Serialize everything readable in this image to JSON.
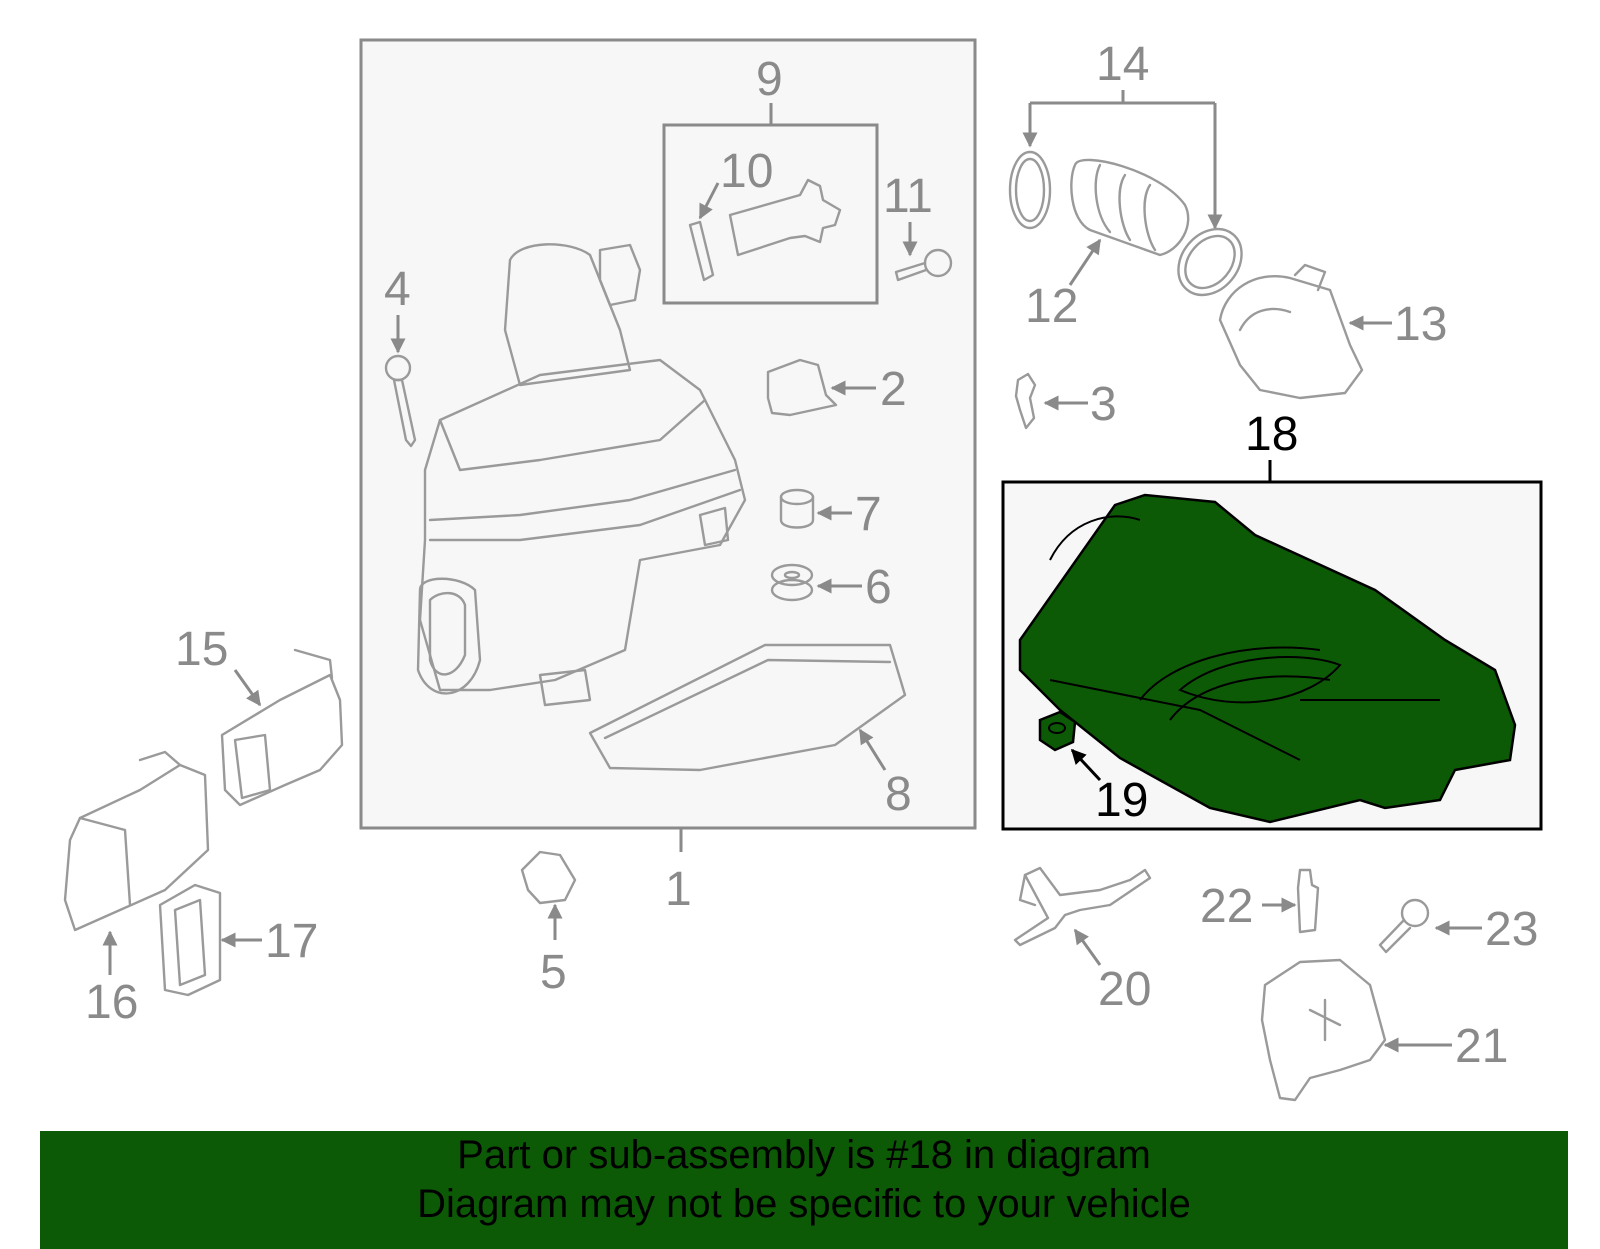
{
  "diagram": {
    "highlight_color": "#0d5a06",
    "callouts": {
      "c1": "1",
      "c2": "2",
      "c3": "3",
      "c4": "4",
      "c5": "5",
      "c6": "6",
      "c7": "7",
      "c8": "8",
      "c9": "9",
      "c10": "10",
      "c11": "11",
      "c12": "12",
      "c13": "13",
      "c14": "14",
      "c15": "15",
      "c16": "16",
      "c17": "17",
      "c18": "18",
      "c19": "19",
      "c20": "20",
      "c21": "21",
      "c22": "22",
      "c23": "23"
    }
  },
  "footer": {
    "line1": "Part or sub-assembly is #18 in diagram",
    "line2": "Diagram may not be specific to your vehicle",
    "background": "#0d5a06"
  }
}
